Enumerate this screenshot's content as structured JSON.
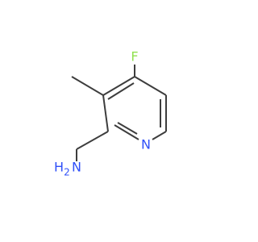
{
  "atoms": {
    "fluorine": {
      "symbol": "F",
      "color": "#90e050"
    },
    "ring_nitrogen": {
      "symbol": "N",
      "color": "#3050f8"
    },
    "amine_nitrogen": {
      "symbol": "N",
      "color": "#3050f8"
    },
    "amine_h": {
      "symbol": "H",
      "color": "#3050f8"
    },
    "amine_h_count": {
      "symbol": "2",
      "color": "#3050f8"
    }
  },
  "bond_color": "#3d3d3d"
}
